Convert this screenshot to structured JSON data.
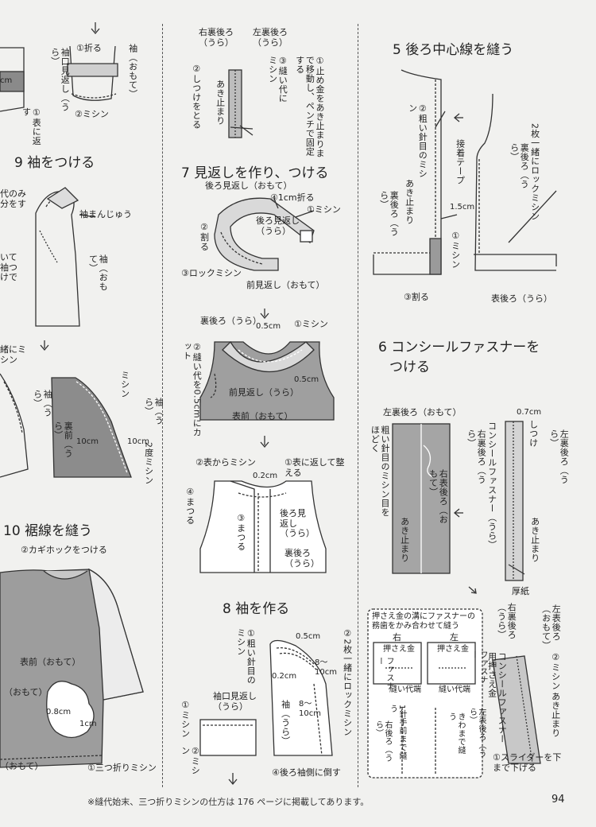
{
  "page_number": "94",
  "footnote": "※縫代始末、三つ折りミシンの仕方は 176 ページに掲載してあります。",
  "left_column": {
    "sleeve_top": {
      "fold": "①折る",
      "sleeve_front": "袖（おもて）",
      "cuff_facing_back": "袖口見返し（うら）",
      "turn_out": "①表に返す",
      "machine": "②ミシン",
      "cm": "cm"
    },
    "step9": {
      "title": "9 袖をつける",
      "text_a": "代のみ分をす",
      "sleeve_head": "袖まんじゅう",
      "text_b": "いて袖つけで",
      "sleeve_front": "袖（おもて）",
      "together": "緒にミシン",
      "sleeve_back": "袖（うら）",
      "machine": "ミシン",
      "back_side": "裏前（うら）",
      "sleeve_back2": "袖（うら）",
      "twice_machine": "2度ミシン",
      "cm10_a": "10cm",
      "cm10_b": "10cm"
    },
    "step10": {
      "title": "10 裾線を縫う",
      "hook": "②カギホックをつける",
      "front": "表前（おもて）",
      "front_sub": "（おもて）",
      "cm08": "0.8cm",
      "cm1": "1cm",
      "triple_fold": "①三つ折りミシン",
      "front_sub2": "（おもて）"
    }
  },
  "middle_column": {
    "zip_top": {
      "right_back": "右裏後ろ（うら）",
      "left_back": "左裏後ろ（うら）",
      "basting": "②しつけをとる",
      "stop": "あき止まり",
      "stitch": "③縫い代にミシン",
      "stopper": "①止め金をあき止まりまで移動し、ペンチで固定する"
    },
    "step7": {
      "title": "7 見返しを作り、つける",
      "back_facing": "後ろ見返し（おもて）",
      "fold1cm": "④1cm折る",
      "back_facing_back": "後ろ見返し（うら）",
      "machine": "①ミシン",
      "split": "②割る",
      "overlock": "③ロックミシン",
      "front_facing": "前見返し（おもて）"
    },
    "step7b": {
      "back_inner": "裏後ろ（うら）",
      "cm05_a": "0.5cm",
      "machine": "①ミシン",
      "trim": "②縫い代を0.5cmにカット",
      "cm05_b": "0.5cm",
      "front_facing": "前見返し（うら）",
      "front": "表前（おもて）"
    },
    "step7c": {
      "from_front": "②表からミシン",
      "turn": "①表に返して整える",
      "cm02": "0.2cm",
      "catch_a": "④まつる",
      "catch_b": "③まつる",
      "back_facing": "後ろ見返し（うら）",
      "back_inner": "裏後ろ（うら）"
    },
    "step8": {
      "title": "8 袖を作る",
      "coarse": "①粗い針目のミシン",
      "cm05": "0.5cm",
      "overlock": "②2枚一緒にロックミシン",
      "cm02": "0.2cm",
      "cm810_a": "8〜10cm",
      "cm810_b": "8〜10cm",
      "sleeve_back": "袖（うら）",
      "cuff_facing": "袖口見返し（うら）",
      "machine1": "①ミシン",
      "machine2": "②ミシン",
      "fold_back": "④後ろ袖側に倒す"
    }
  },
  "right_column": {
    "step5": {
      "title": "5 後ろ中心線を縫う",
      "coarse": "②粗い針目のミシン",
      "tape": "接着テープ",
      "stop": "あき止まり",
      "back_back": "裏後ろ（うら）",
      "cm15": "1.5cm",
      "machine": "①ミシン",
      "split": "③割る",
      "overlock": "2枚一緒にロックミシン",
      "back_inner": "裏後ろ（うら）",
      "outer_back": "表後ろ（うら）"
    },
    "step6": {
      "title_line1": "6 コンシールファスナーを",
      "title_line2": "つける",
      "left_back_front": "左裏後ろ（おもて）",
      "unpick": "粗い針目のミシン目をほどく",
      "right_back_front": "右表後ろ（おもて）",
      "stop": "あき止まり",
      "cm07": "0.7cm",
      "right_back_back": "右裏後ろ（うら）",
      "zipper_back": "コンシールファスナー（うら）",
      "basting": "しつけ",
      "left_back_back": "左裏後ろ（うら）",
      "stop2": "あき止まり",
      "cardboard": "厚紙"
    },
    "step6b": {
      "box_title": "押さえ金の溝にファスナーの務歯をかみ合わせて縫う",
      "right": "右",
      "left": "左",
      "presser_a": "押さえ金",
      "presser_b": "押さえ金",
      "zip_a": "ファスナー",
      "zip_b": "ファスナー",
      "seam_a": "縫い代端",
      "seam_b": "縫い代端",
      "sew_before": "1針手前まで縫う",
      "right_back": "右後ろ（うら）",
      "left_back": "左表後ろ（うら）",
      "sew_until": "きわまで縫う",
      "right_front": "右裏後ろ（うら）",
      "left_front2": "左表後ろ（おもて）",
      "zip_presser": "コンシールファスナー用押さえ金",
      "machine": "②ミシン",
      "stop": "あき止まり",
      "slider": "①スライダーを下まで下げる"
    }
  }
}
